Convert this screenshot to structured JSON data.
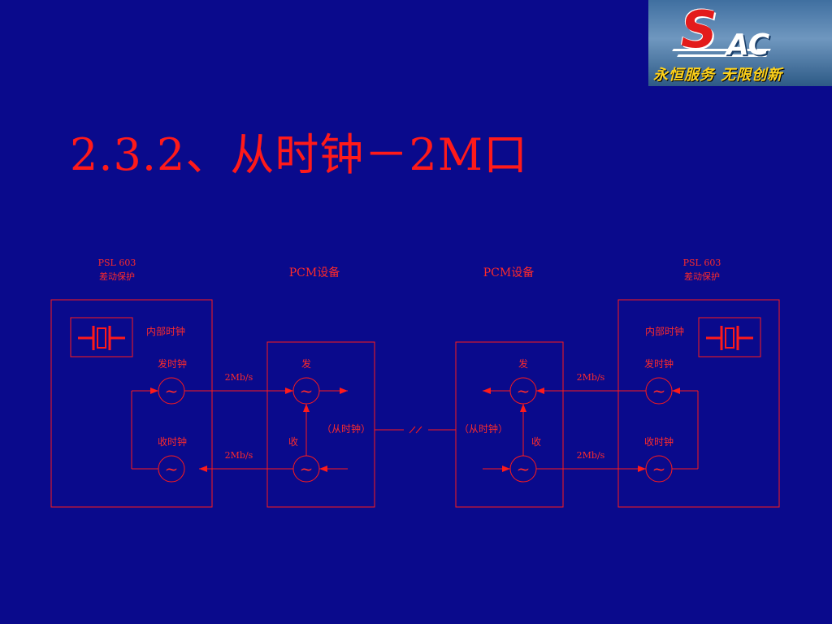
{
  "title": "2.3.2、从时钟－2M口",
  "logo": {
    "mark": "S",
    "letters": "AC",
    "slogan": "永恒服务  无限创新"
  },
  "colors": {
    "background": "#0a0a8c",
    "diagram": "#ff1a1a",
    "slogan": "#ffd21a"
  },
  "diagram": {
    "left_protection": {
      "model": "PSL 603",
      "name": "差动保护",
      "internal_clock": "内部时钟",
      "tx_clock": "发时钟",
      "rx_clock": "收时钟"
    },
    "left_pcm": {
      "name": "PCM设备",
      "tx": "发",
      "rx": "收",
      "slave_clock": "（从时钟）"
    },
    "right_pcm": {
      "name": "PCM设备",
      "tx": "发",
      "rx": "收",
      "slave_clock": "（从时钟）"
    },
    "right_protection": {
      "model": "PSL 603",
      "name": "差动保护",
      "internal_clock": "内部时钟",
      "tx_clock": "发时钟",
      "rx_clock": "收时钟"
    },
    "link_rate_top_left": "2Mb/s",
    "link_rate_bottom_left": "2Mb/s",
    "link_rate_top_right": "2Mb/s",
    "link_rate_bottom_right": "2Mb/s",
    "oscillator_symbol": "~",
    "icons": [
      "crystal-oscillator-icon",
      "clock-source-icon",
      "signal-arrow-icon",
      "channel-break-icon"
    ]
  }
}
